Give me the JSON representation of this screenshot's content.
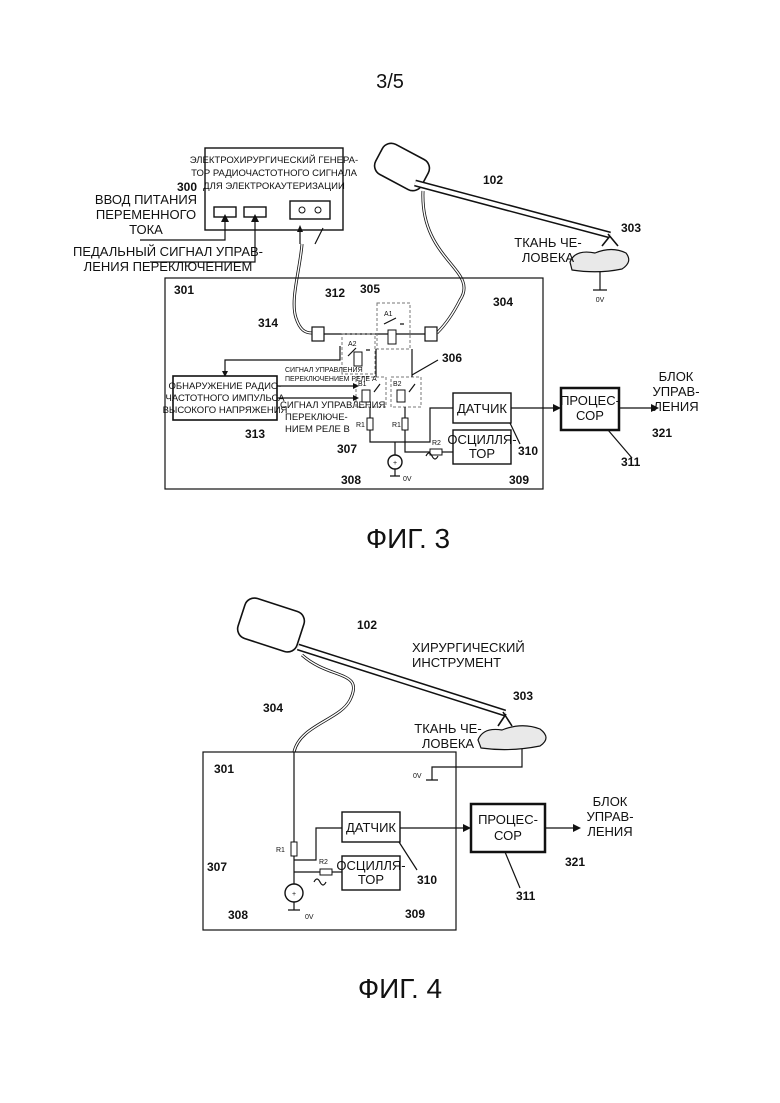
{
  "page_number": "3/5",
  "fig3": {
    "caption": "ФИГ. 3",
    "generator": {
      "number": "300",
      "lines": [
        "ЭЛЕКТРОХИРУРГИЧЕСКИЙ ГЕНЕРА-",
        "ТОР РАДИОЧАСТОТНОГО СИГНАЛА",
        "ДЛЯ ЭЛЕКТРОКАУТЕРИЗАЦИИ"
      ]
    },
    "ac_input": [
      "ВВОД ПИТАНИЯ",
      "ПЕРЕМЕННОГО",
      "ТОКА"
    ],
    "pedal_signal": [
      "ПЕДАЛЬНЫЙ СИГНАЛ УПРАВ-",
      "ЛЕНИЯ ПЕРЕКЛЮЧЕНИЕМ"
    ],
    "instrument_number": "102",
    "tip_number": "303",
    "tissue": [
      "ТКАНЬ ЧЕ-",
      "ЛОВЕКА"
    ],
    "ground": "0V",
    "box_number": "301",
    "labels": {
      "n312": "312",
      "n305": "305",
      "n306": "306",
      "n304": "304",
      "n314": "314",
      "n313": "313",
      "n307": "307",
      "n308": "308",
      "n309": "309",
      "n310": "310",
      "n311": "311",
      "n321": "321"
    },
    "relays": {
      "a1": "A1",
      "a2": "A2",
      "b1": "B1",
      "b2": "B2"
    },
    "detection": [
      "ОБНАРУЖЕНИЕ РАДИО-",
      "ЧАСТОТНОГО ИМПУЛЬСА",
      "ВЫСОКОГО НАПРЯЖЕНИЯ"
    ],
    "signal_a": [
      "СИГНАЛ УПРАВЛЕНИЯ",
      "ПЕРЕКЛЮЧЕНИЕМ РЕЛЕ A"
    ],
    "signal_b": [
      "СИГНАЛ УПРАВЛЕНИЯ",
      "ПЕРЕКЛЮЧЕ-",
      "НИЕМ РЕЛЕ B"
    ],
    "sensor": "ДАТЧИК",
    "oscillator": [
      "ОСЦИЛЛЯ-",
      "ТОР"
    ],
    "processor": [
      "ПРОЦЕС-",
      "СОР"
    ],
    "control_unit": [
      "БЛОК",
      "УПРАВ-",
      "ЛЕНИЯ"
    ],
    "r1": "R1",
    "r2": "R2",
    "source_ground": "0V"
  },
  "fig4": {
    "caption": "ФИГ. 4",
    "instrument_number": "102",
    "instrument": [
      "ХИРУРГИЧЕСКИЙ",
      "ИНСТРУМЕНТ"
    ],
    "tip_number": "303",
    "tissue": [
      "ТКАНЬ ЧЕ-",
      "ЛОВЕКА"
    ],
    "cable_number": "304",
    "box_number": "301",
    "ground": "0V",
    "sensor": "ДАТЧИК",
    "oscillator": [
      "ОСЦИЛЛЯ-",
      "ТОР"
    ],
    "processor": [
      "ПРОЦЕС-",
      "СОР"
    ],
    "control_unit": [
      "БЛОК",
      "УПРАВ-",
      "ЛЕНИЯ"
    ],
    "r1": "R1",
    "r2": "R2",
    "source_ground": "0V",
    "labels": {
      "n307": "307",
      "n308": "308",
      "n309": "309",
      "n310": "310",
      "n311": "311",
      "n321": "321"
    }
  }
}
